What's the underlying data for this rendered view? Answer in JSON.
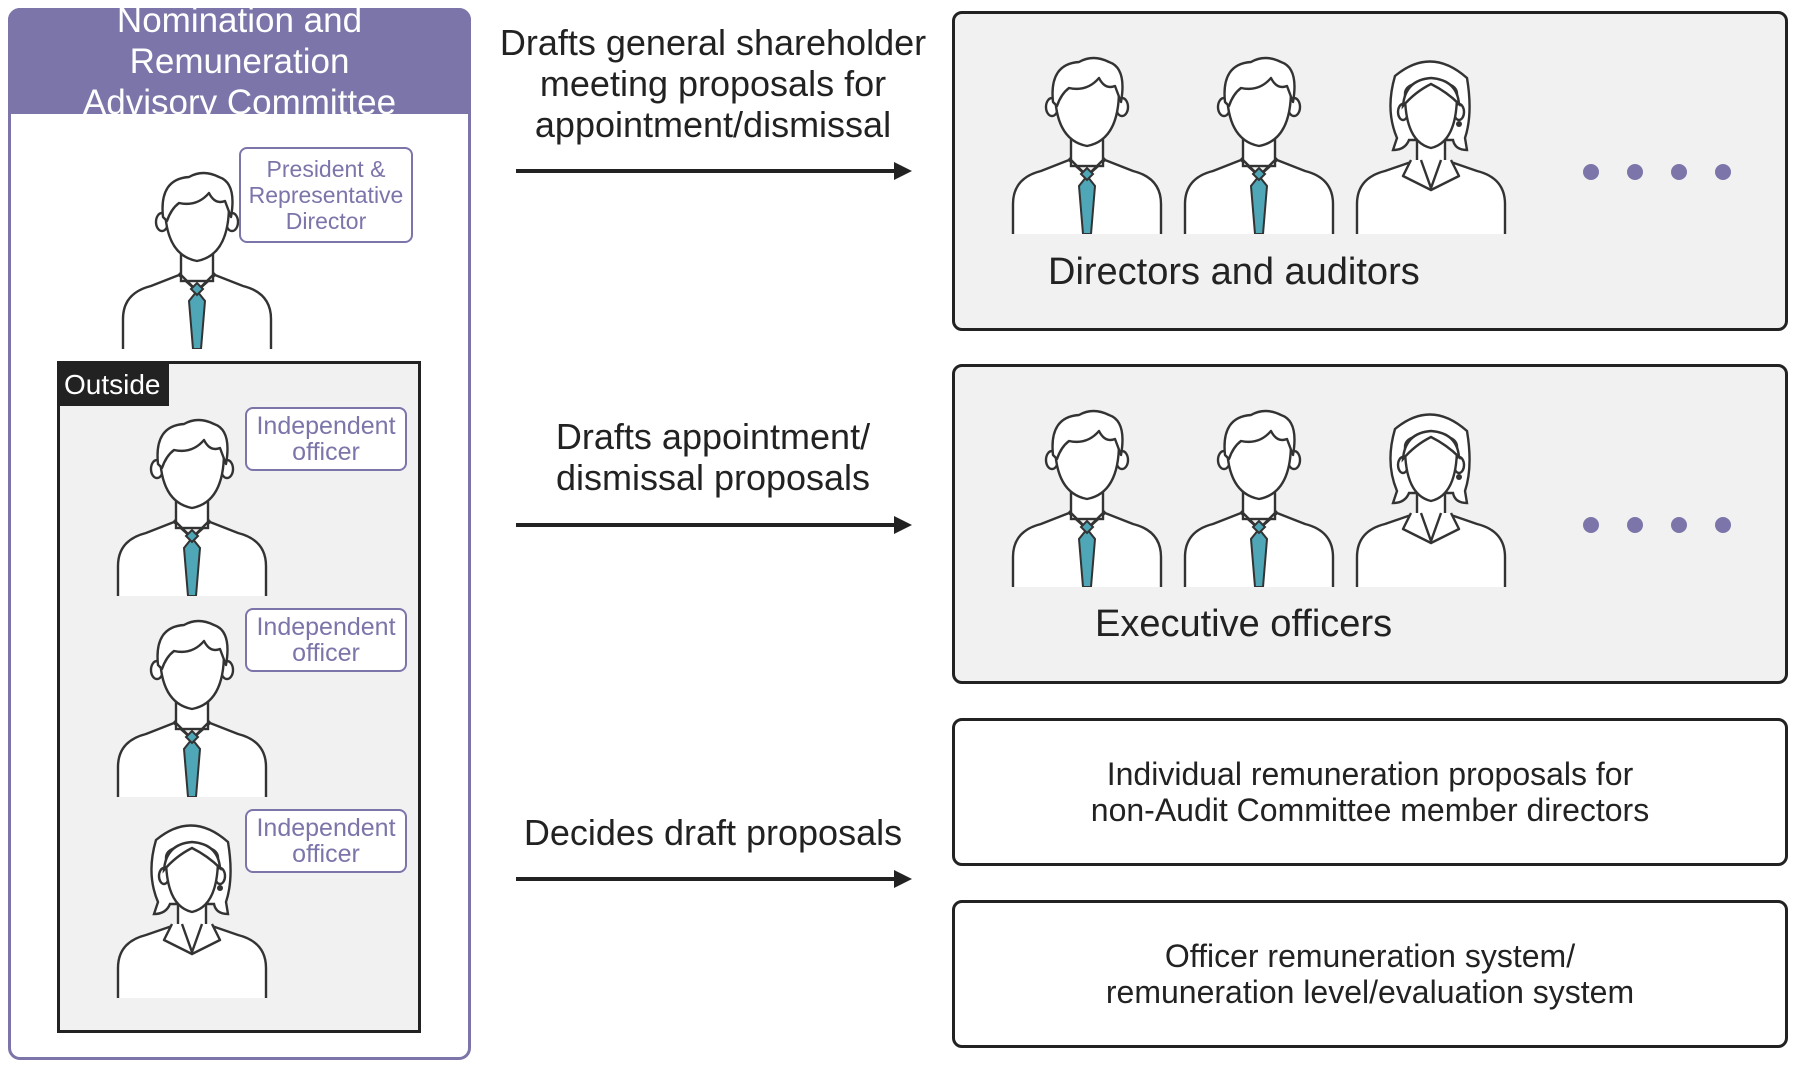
{
  "committee": {
    "title": "Nomination and Remuneration\nAdvisory Committee",
    "president_tag": "President &\nRepresentative\nDirector",
    "outside_label": "Outside",
    "independent_tags": [
      "Independent\nofficer",
      "Independent\nofficer",
      "Independent\nofficer"
    ]
  },
  "actions": {
    "appointment_dismissal_general": "Drafts general shareholder\nmeeting proposals for\nappointment/dismissal",
    "appointment_dismissal": "Drafts appointment/\ndismissal proposals",
    "decides": "Decides draft proposals"
  },
  "targets": {
    "directors_auditors": "Directors and auditors",
    "executive_officers": "Executive officers",
    "individual_remuneration": "Individual remuneration proposals for\nnon-Audit Committee member directors",
    "remuneration_system": "Officer remuneration system/\nremuneration level/evaluation system"
  },
  "colors": {
    "accent": "#7b75aa",
    "tie": "#4ea6b7",
    "box_fill": "#f1f1f1",
    "outline": "#222222"
  }
}
